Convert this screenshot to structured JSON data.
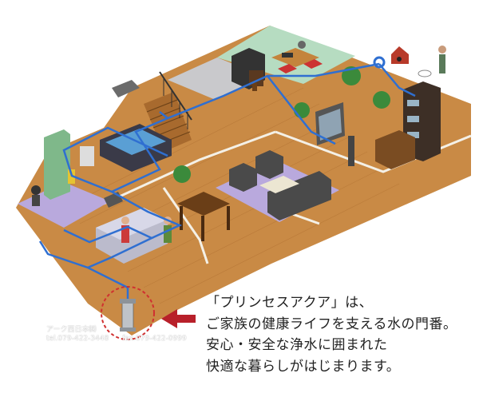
{
  "caption": {
    "lines": [
      "「プリンセスアクア」は、",
      "ご家族の健康ライフを支える水の門番。",
      "安心・安全な浄水に囲まれた",
      "快適な暮らしがはじまります。"
    ]
  },
  "company": {
    "name": "アーク西日本㈱",
    "tel": "tel.079-422-3448",
    "fax": "fax.079-422-0999"
  },
  "colors": {
    "floor_wood": "#c98a45",
    "floor_line": "#f4f0e6",
    "carpet": "#b9a9dd",
    "tatami_green": "#b6dcc1",
    "tile_gray": "#c9c9cc",
    "pipe_blue": "#2f6fd1",
    "arrow_red": "#b8202a",
    "dashed_circle": "#d03030"
  }
}
